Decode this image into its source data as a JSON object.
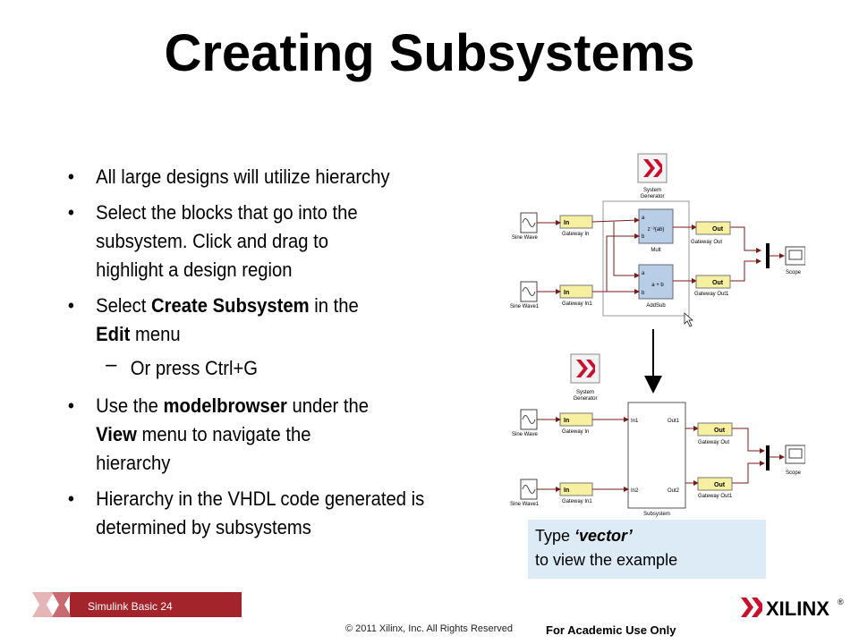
{
  "title": "Creating Subsystems",
  "bullets": {
    "b1": "All large designs will utilize hierarchy",
    "b2": "Select the blocks that go into the subsystem. Click and drag to highlight a design region",
    "b3_pre": "Select ",
    "b3_bold1": "Create Subsystem",
    "b3_mid": " in the ",
    "b3_bold2": "Edit",
    "b3_post": " menu",
    "b3_sub": "Or press Ctrl+G",
    "b4_pre": "Use the ",
    "b4_bold1": "modelbrowser",
    "b4_mid": " under the ",
    "b4_bold2": "View",
    "b4_post": " menu to navigate the hierarchy",
    "b5": "Hierarchy in the VHDL code generated is determined by subsystems"
  },
  "note": {
    "line1_pre": "Type ",
    "line1_em": "‘vector’",
    "line2": "to view the example"
  },
  "diagram": {
    "sysgen": "System\nGenerator",
    "sysgen_l1": "System",
    "sysgen_l2": "Generator",
    "sine1": "Sine Wave",
    "sine2": "Sine Wave1",
    "gw_in1": "Gateway In",
    "gw_in2": "Gateway In1",
    "gw_out1": "Gateway Out",
    "gw_out2": "Gateway Out1",
    "in_txt": "In",
    "out_txt": "Out",
    "mult": "Mult",
    "mult_expr": "z⁻³(ab)",
    "addsub": "AddSub",
    "addsub_expr": "a + b",
    "port_a": "a",
    "port_b": "b",
    "scope": "Scope",
    "subsystem": "Subsystem",
    "ss_in1": "In1",
    "ss_in2": "In2",
    "ss_out1": "Out1",
    "ss_out2": "Out2"
  },
  "footer": {
    "label": "Simulink Basic   24",
    "copyright": "© 2011 Xilinx, Inc. All Rights Reserved",
    "academic": "For Academic Use Only",
    "brand": "XILINX",
    "reg": "®"
  },
  "colors": {
    "footer_red": "#a3242b",
    "xilinx_red": "#c8102e",
    "gateway_yellow": "#f7f0a0",
    "note_bg": "#dcebf5",
    "block_blue": "#b8cde6",
    "wire": "#7a1b1b"
  }
}
